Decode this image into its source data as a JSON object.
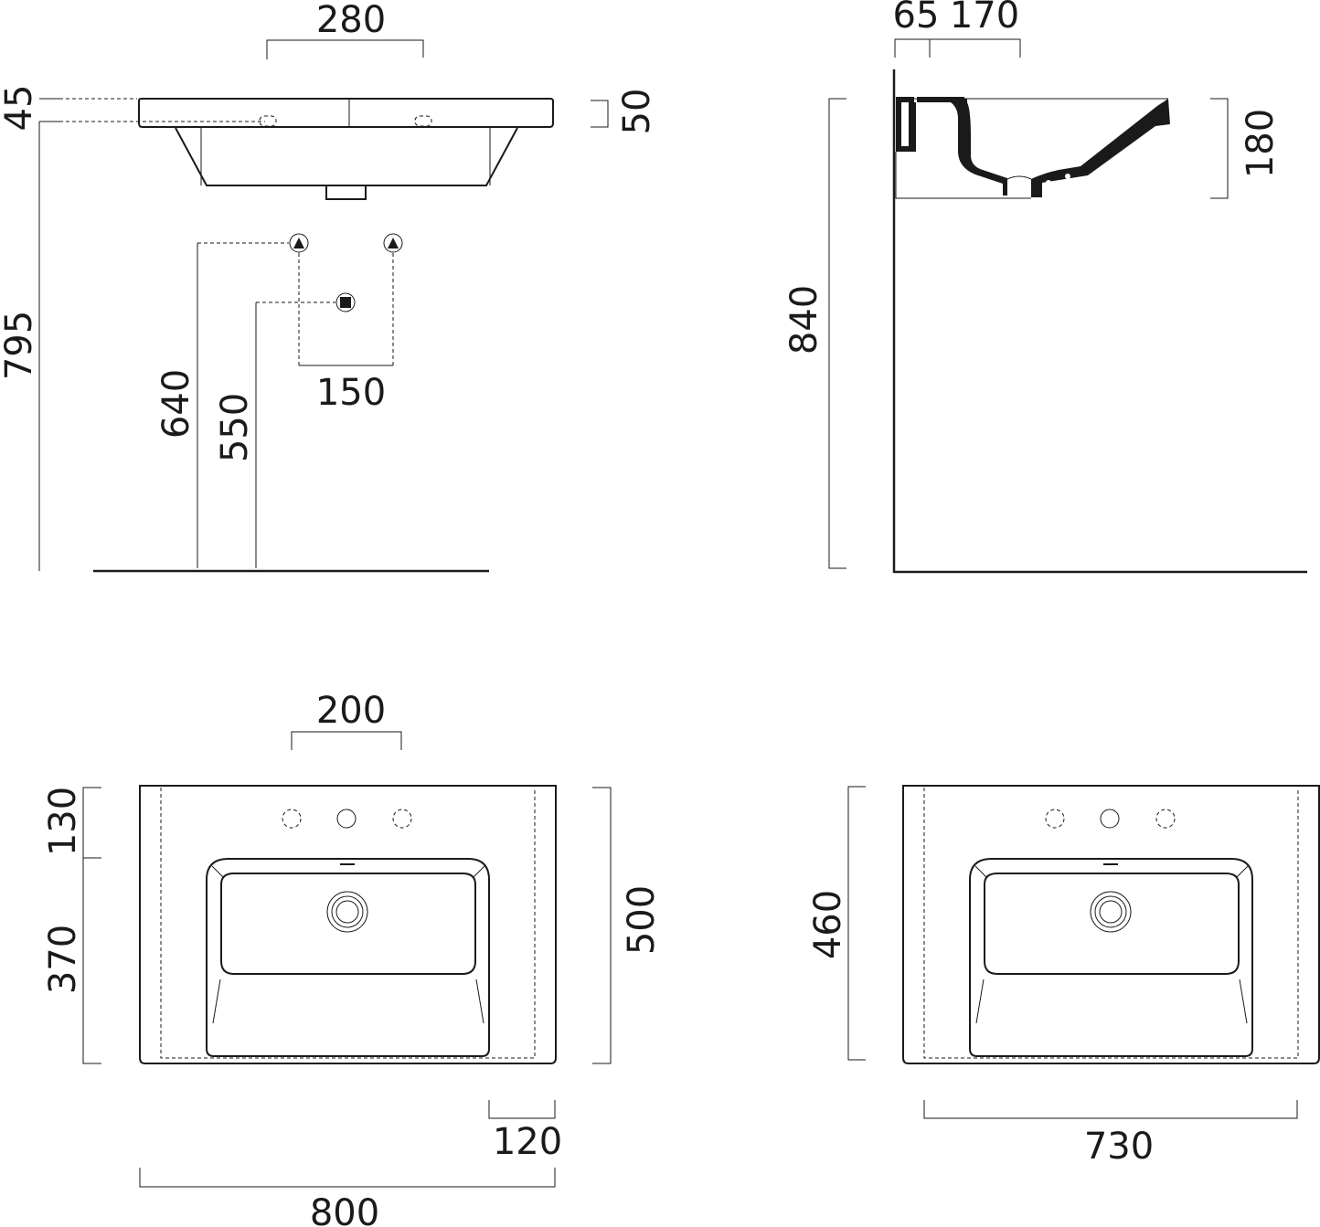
{
  "colors": {
    "line": "#1a1a1a",
    "background": "#ffffff"
  },
  "front_view": {
    "width_280": "280",
    "height_45": "45",
    "height_50": "50",
    "height_795": "795",
    "height_640": "640",
    "height_550": "550",
    "spacing_150": "150"
  },
  "side_view": {
    "depth_65": "65",
    "depth_170": "170",
    "height_180": "180",
    "height_840": "840"
  },
  "top_view_800": {
    "spacing_200": "200",
    "depth_130": "130",
    "depth_370": "370",
    "depth_500": "500",
    "side_120": "120",
    "width_800": "800"
  },
  "top_view_730": {
    "depth_460": "460",
    "width_730": "730"
  }
}
